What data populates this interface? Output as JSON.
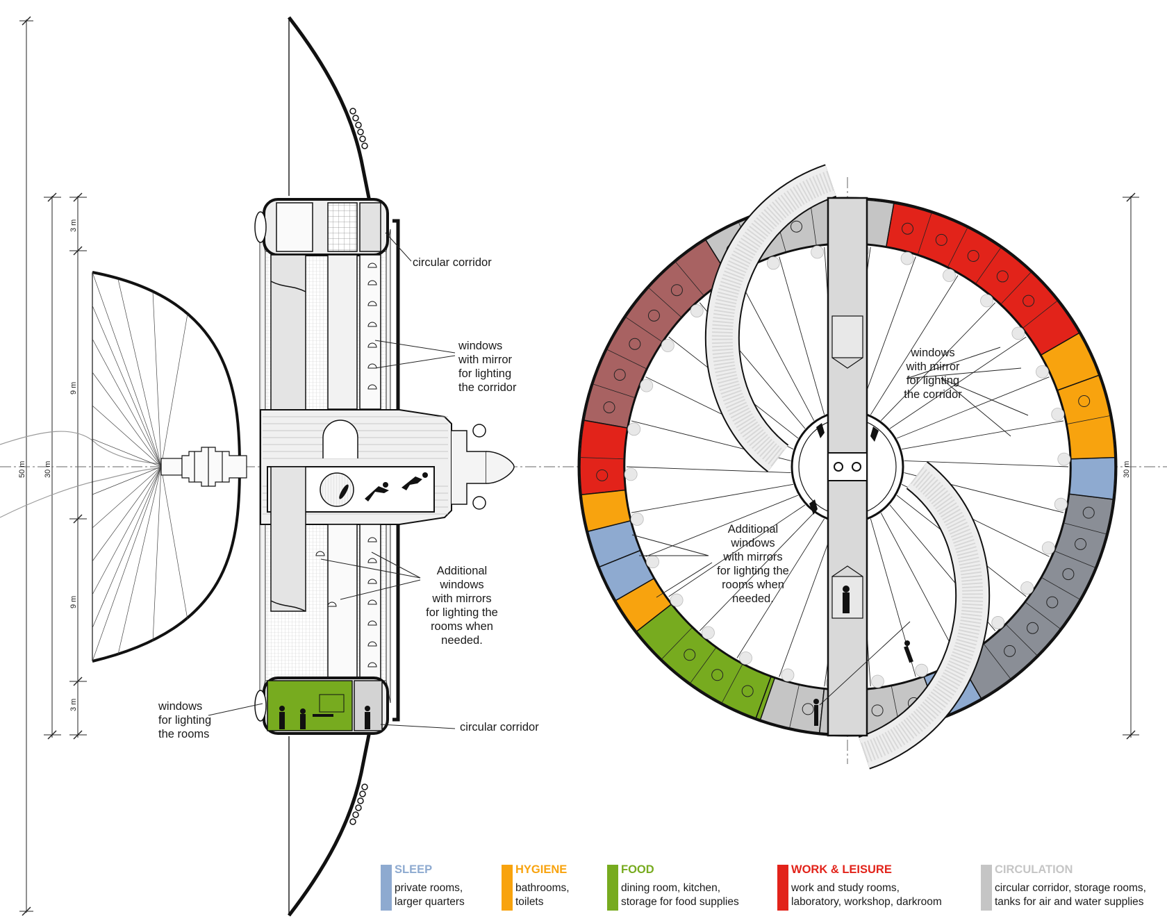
{
  "dimensions": {
    "overall": "50 m",
    "ring": "30 m",
    "top_section": "3 m",
    "upper_spoke": "9 m",
    "lower_spoke": "9 m",
    "bottom_section": "3 m",
    "right_ring": "30 m"
  },
  "side_view_labels": {
    "circular_corridor_top": "circular corridor",
    "windows_mirror": "windows\nwith mirror\nfor lighting\nthe corridor",
    "additional_windows": "Additional\nwindows\nwith mirrors\nfor lighting the\nrooms when\nneeded.",
    "windows_rooms": "windows\nfor lighting\nthe rooms",
    "circular_corridor_bottom": "circular corridor"
  },
  "ring_view_labels": {
    "windows_mirror": "windows\nwith mirror\nfor lighting\nthe corridor",
    "additional_windows": "Additional\nwindows\nwith mirrors\nfor lighting the\nrooms when\nneeded."
  },
  "legend": [
    {
      "title": "SLEEP",
      "color": "#8eaad0",
      "desc_line1": "private rooms,",
      "desc_line2": "larger quarters"
    },
    {
      "title": "HYGIENE",
      "color": "#f8a30e",
      "desc_line1": "bathrooms,",
      "desc_line2": "toilets"
    },
    {
      "title": "FOOD",
      "color": "#77ab1f",
      "desc_line1": "dining room, kitchen,",
      "desc_line2": "storage for food supplies"
    },
    {
      "title": "WORK & LEISURE",
      "color": "#e2231a",
      "desc_line1": "work and study rooms,",
      "desc_line2": "laboratory, workshop, darkroom"
    },
    {
      "title": "CIRCULATION",
      "color": "#c5c5c5",
      "desc_line1": "circular corridor, storage rooms,",
      "desc_line2": "tanks for air and water supplies"
    }
  ],
  "colors": {
    "sleep": "#8eaad0",
    "hygiene": "#f8a30e",
    "food": "#77ab1f",
    "work": "#e2231a",
    "circulation": "#c5c5c5",
    "circulation_dark": "#8a8e96",
    "storage_brown": "#a86262"
  }
}
